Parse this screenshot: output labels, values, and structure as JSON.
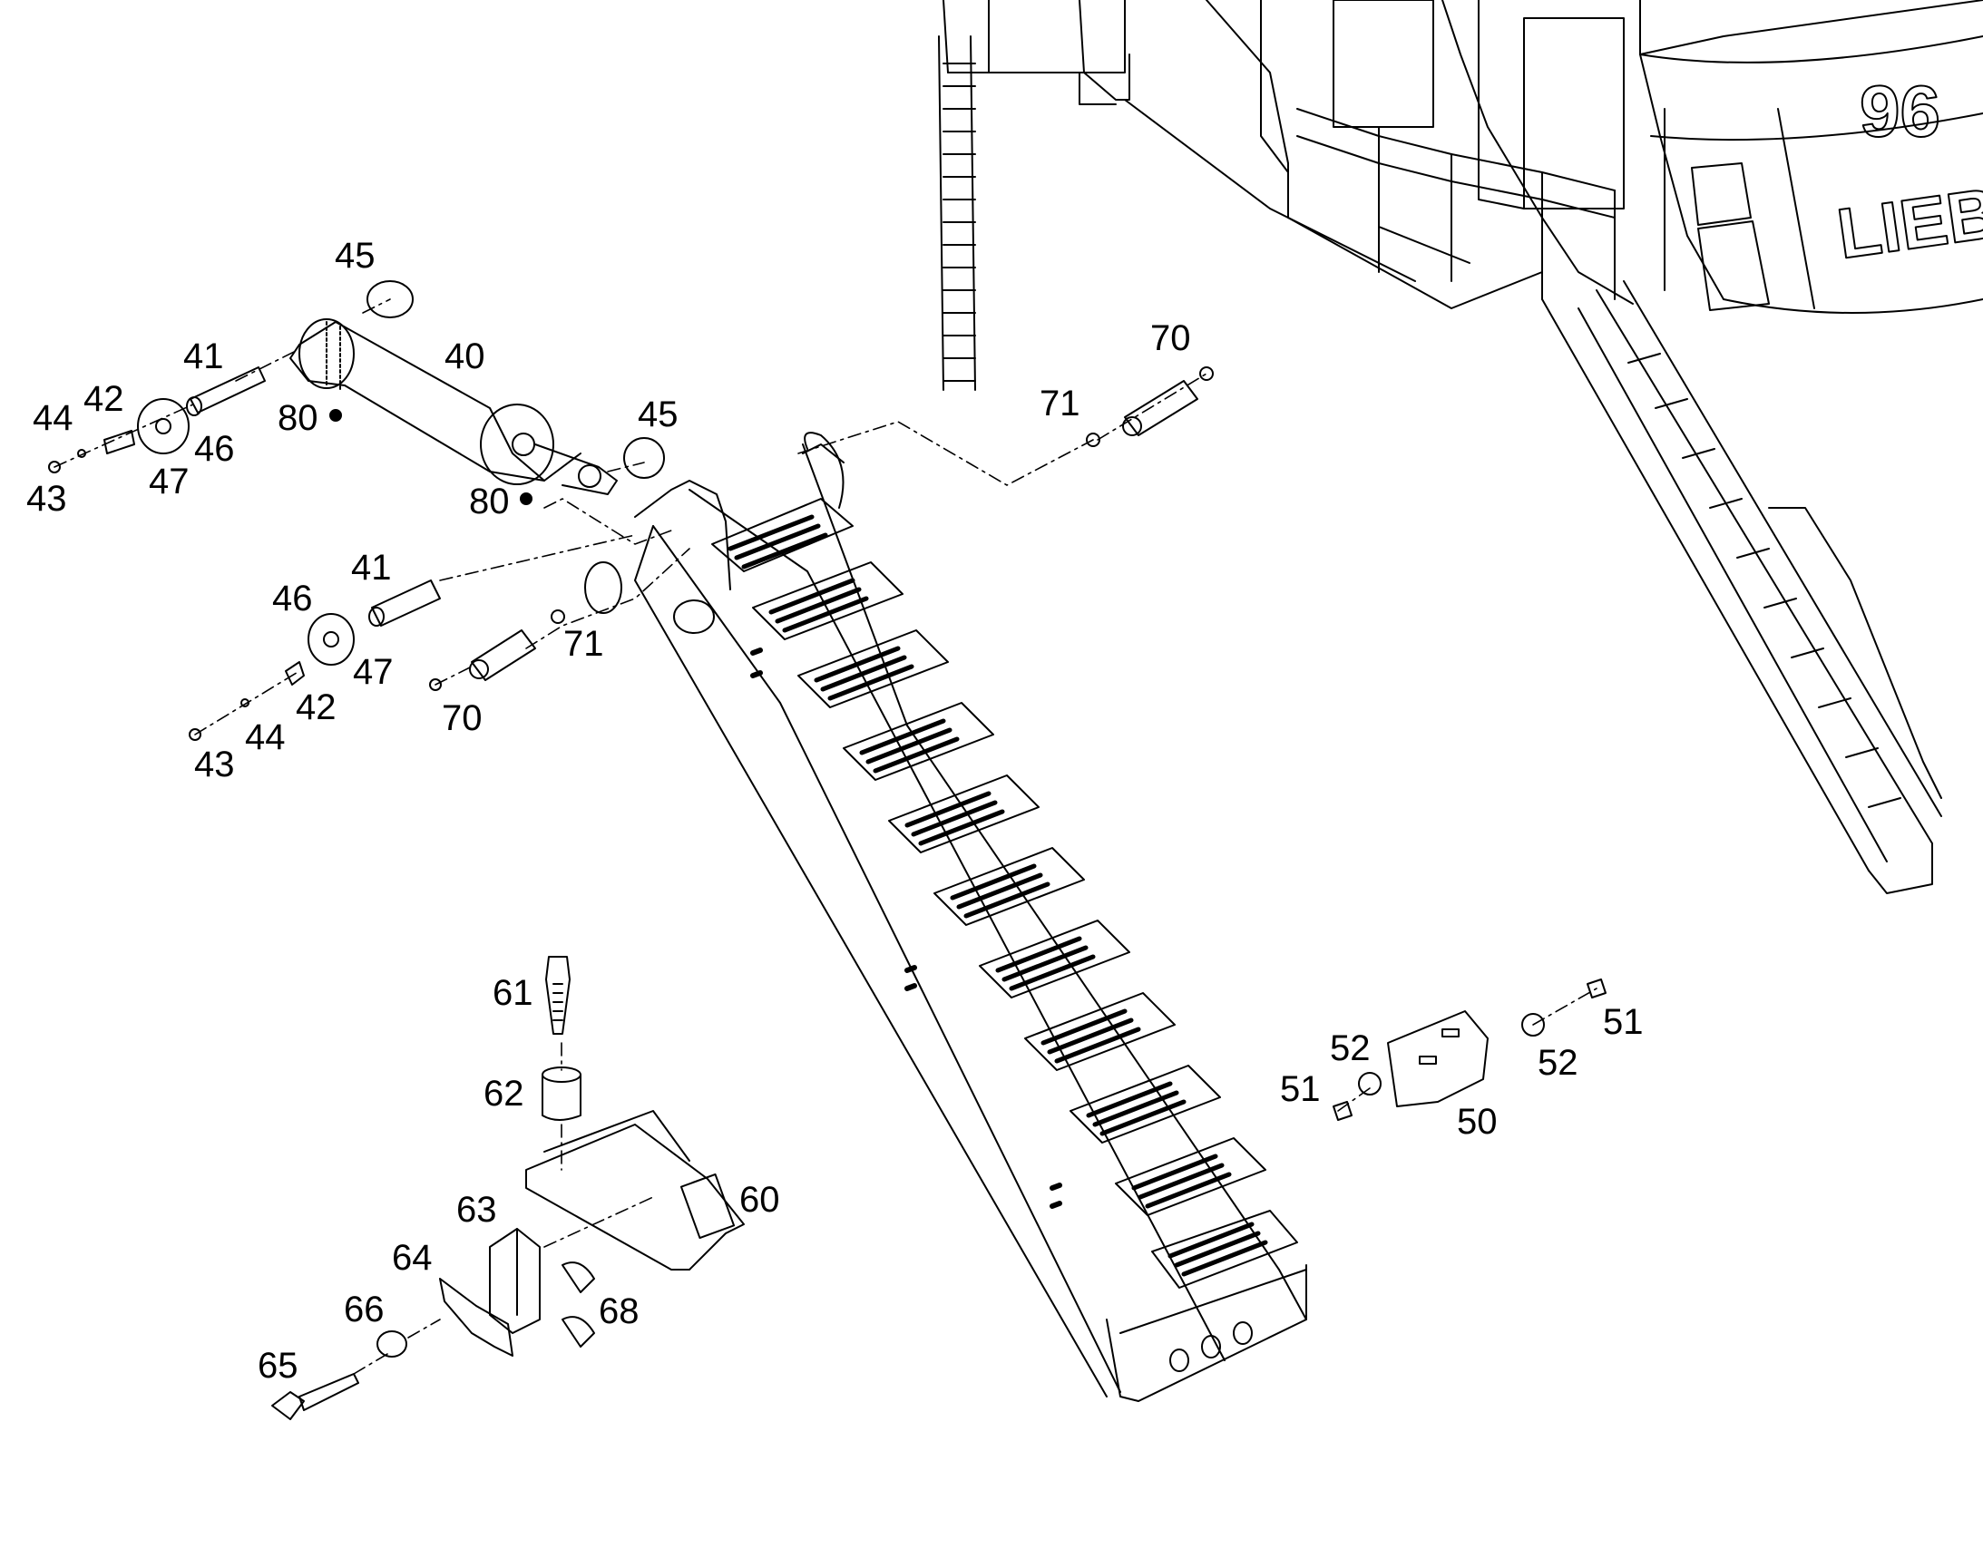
{
  "drawing": {
    "brand_letters": "LIEB",
    "model_digits": "96",
    "callouts": {
      "c40": "40",
      "c41a": "41",
      "c41b": "41",
      "c42a": "42",
      "c42b": "42",
      "c43a": "43",
      "c43b": "43",
      "c44a": "44",
      "c44b": "44",
      "c45a": "45",
      "c45b": "45",
      "c46a": "46",
      "c46b": "46",
      "c47a": "47",
      "c47b": "47",
      "c50": "50",
      "c51a": "51",
      "c51b": "51",
      "c52a": "52",
      "c52b": "52",
      "c60": "60",
      "c61": "61",
      "c62": "62",
      "c63": "63",
      "c64": "64",
      "c65": "65",
      "c66": "66",
      "c68": "68",
      "c70a": "70",
      "c70b": "70",
      "c71a": "71",
      "c71b": "71",
      "c80a": "80",
      "c80b": "80"
    }
  }
}
